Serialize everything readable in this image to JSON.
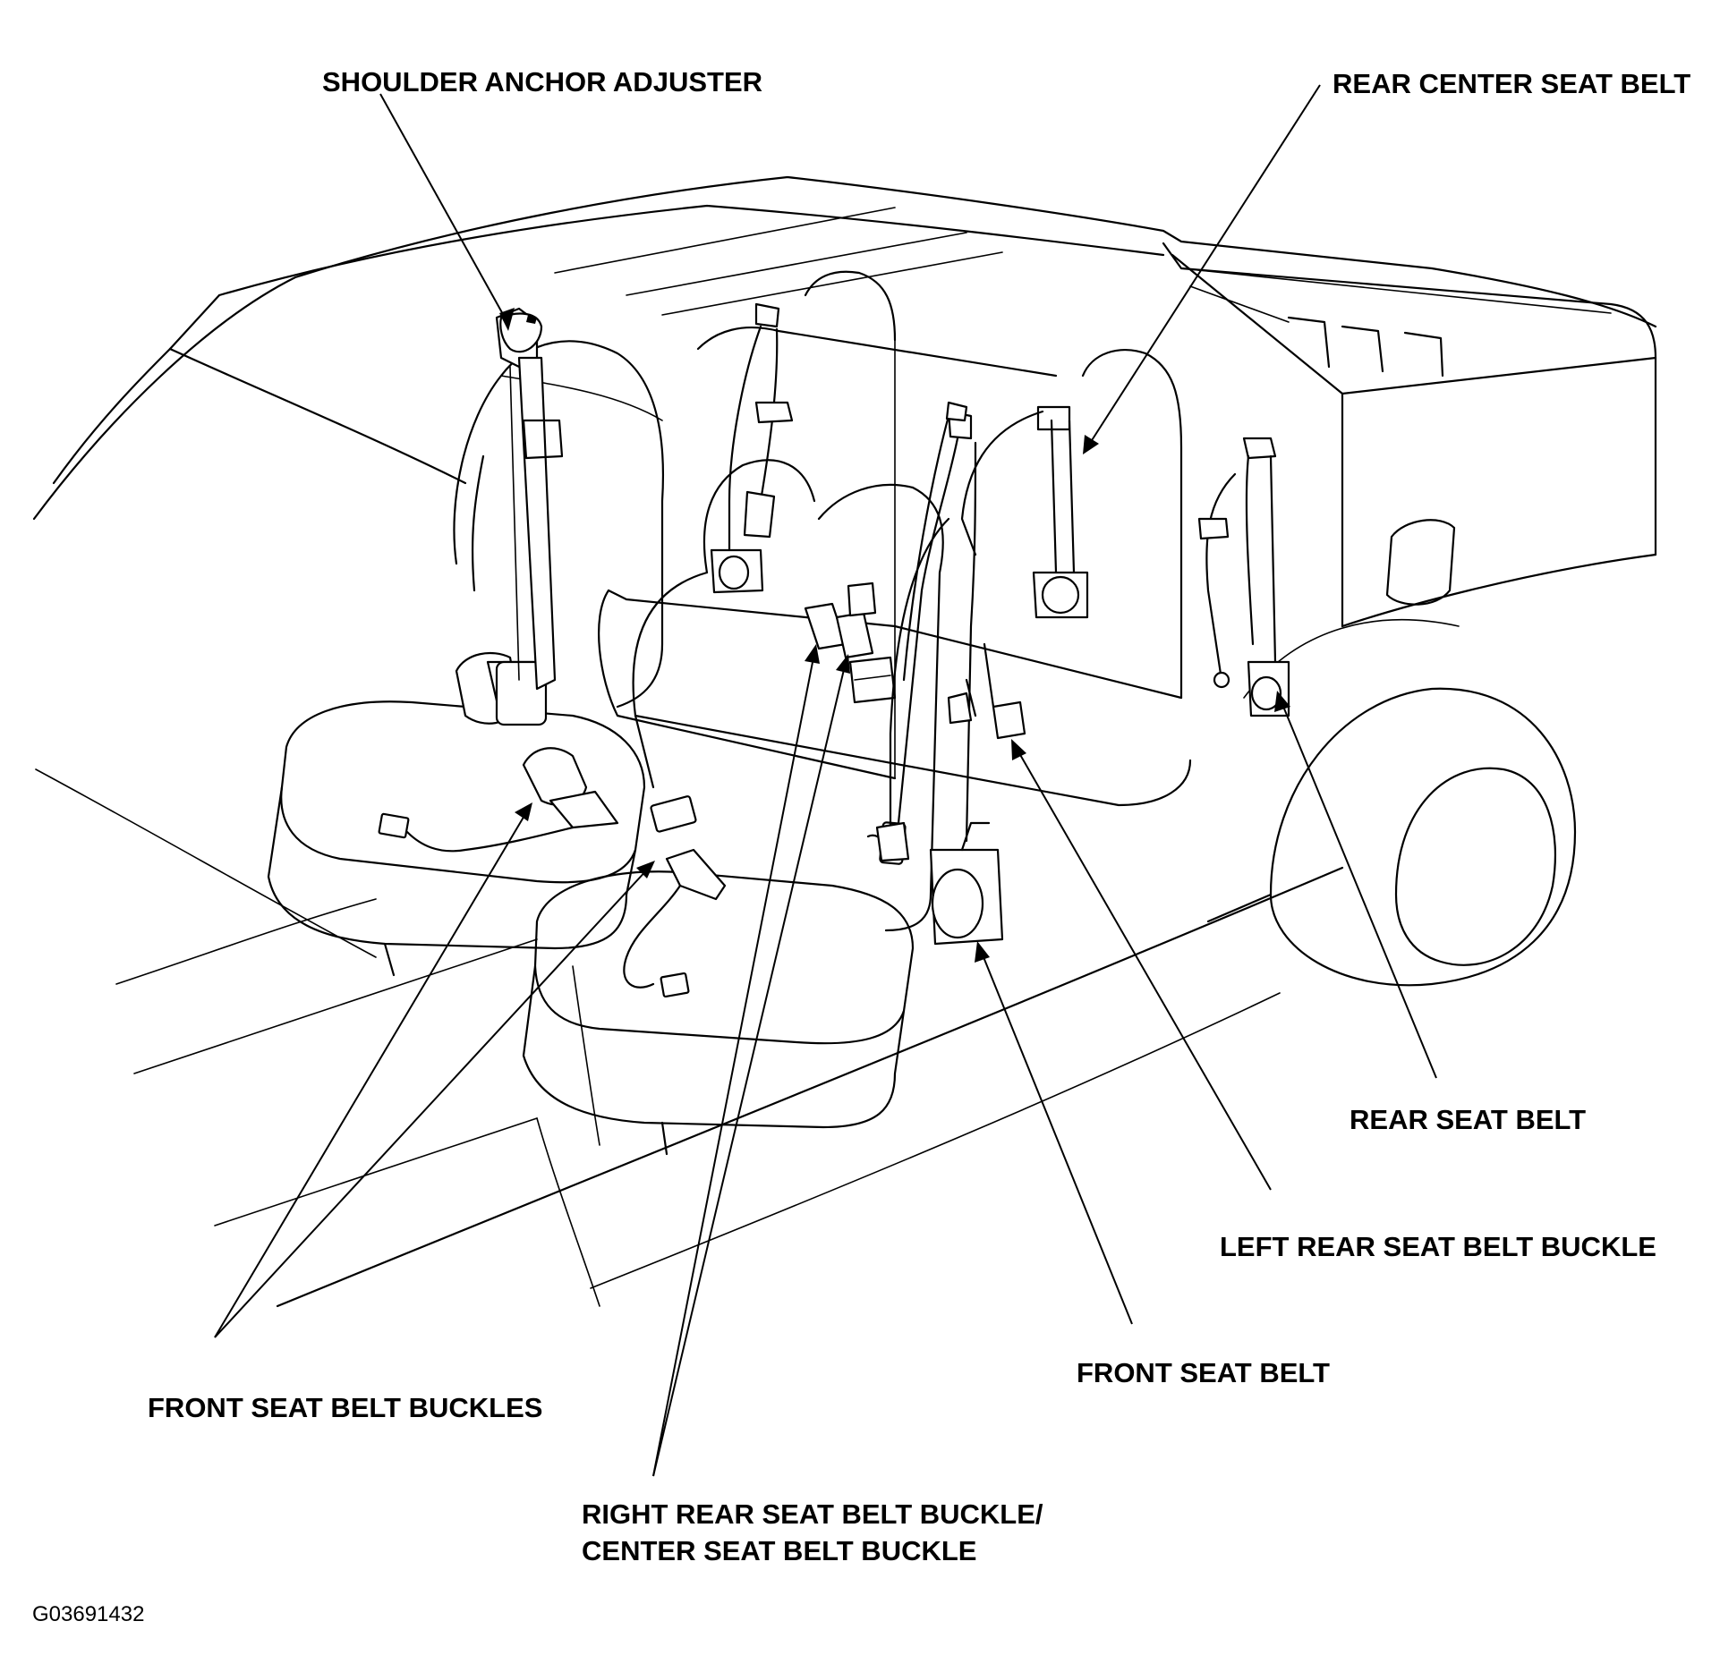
{
  "diagram": {
    "labels": {
      "shoulder_anchor_adjuster": "SHOULDER ANCHOR ADJUSTER",
      "rear_center_seat_belt": "REAR CENTER SEAT BELT",
      "rear_seat_belt": "REAR SEAT BELT",
      "left_rear_seat_belt_buckle": "LEFT REAR SEAT BELT BUCKLE",
      "front_seat_belt": "FRONT SEAT BELT",
      "front_seat_belt_buckles": "FRONT SEAT BELT BUCKLES",
      "right_rear_buckle_line1": "RIGHT REAR SEAT BELT BUCKLE/",
      "right_rear_buckle_line2": "CENTER SEAT BELT BUCKLE"
    },
    "figure_code": "G03691432",
    "colors": {
      "ink": "#000000",
      "paper": "#ffffff"
    }
  }
}
